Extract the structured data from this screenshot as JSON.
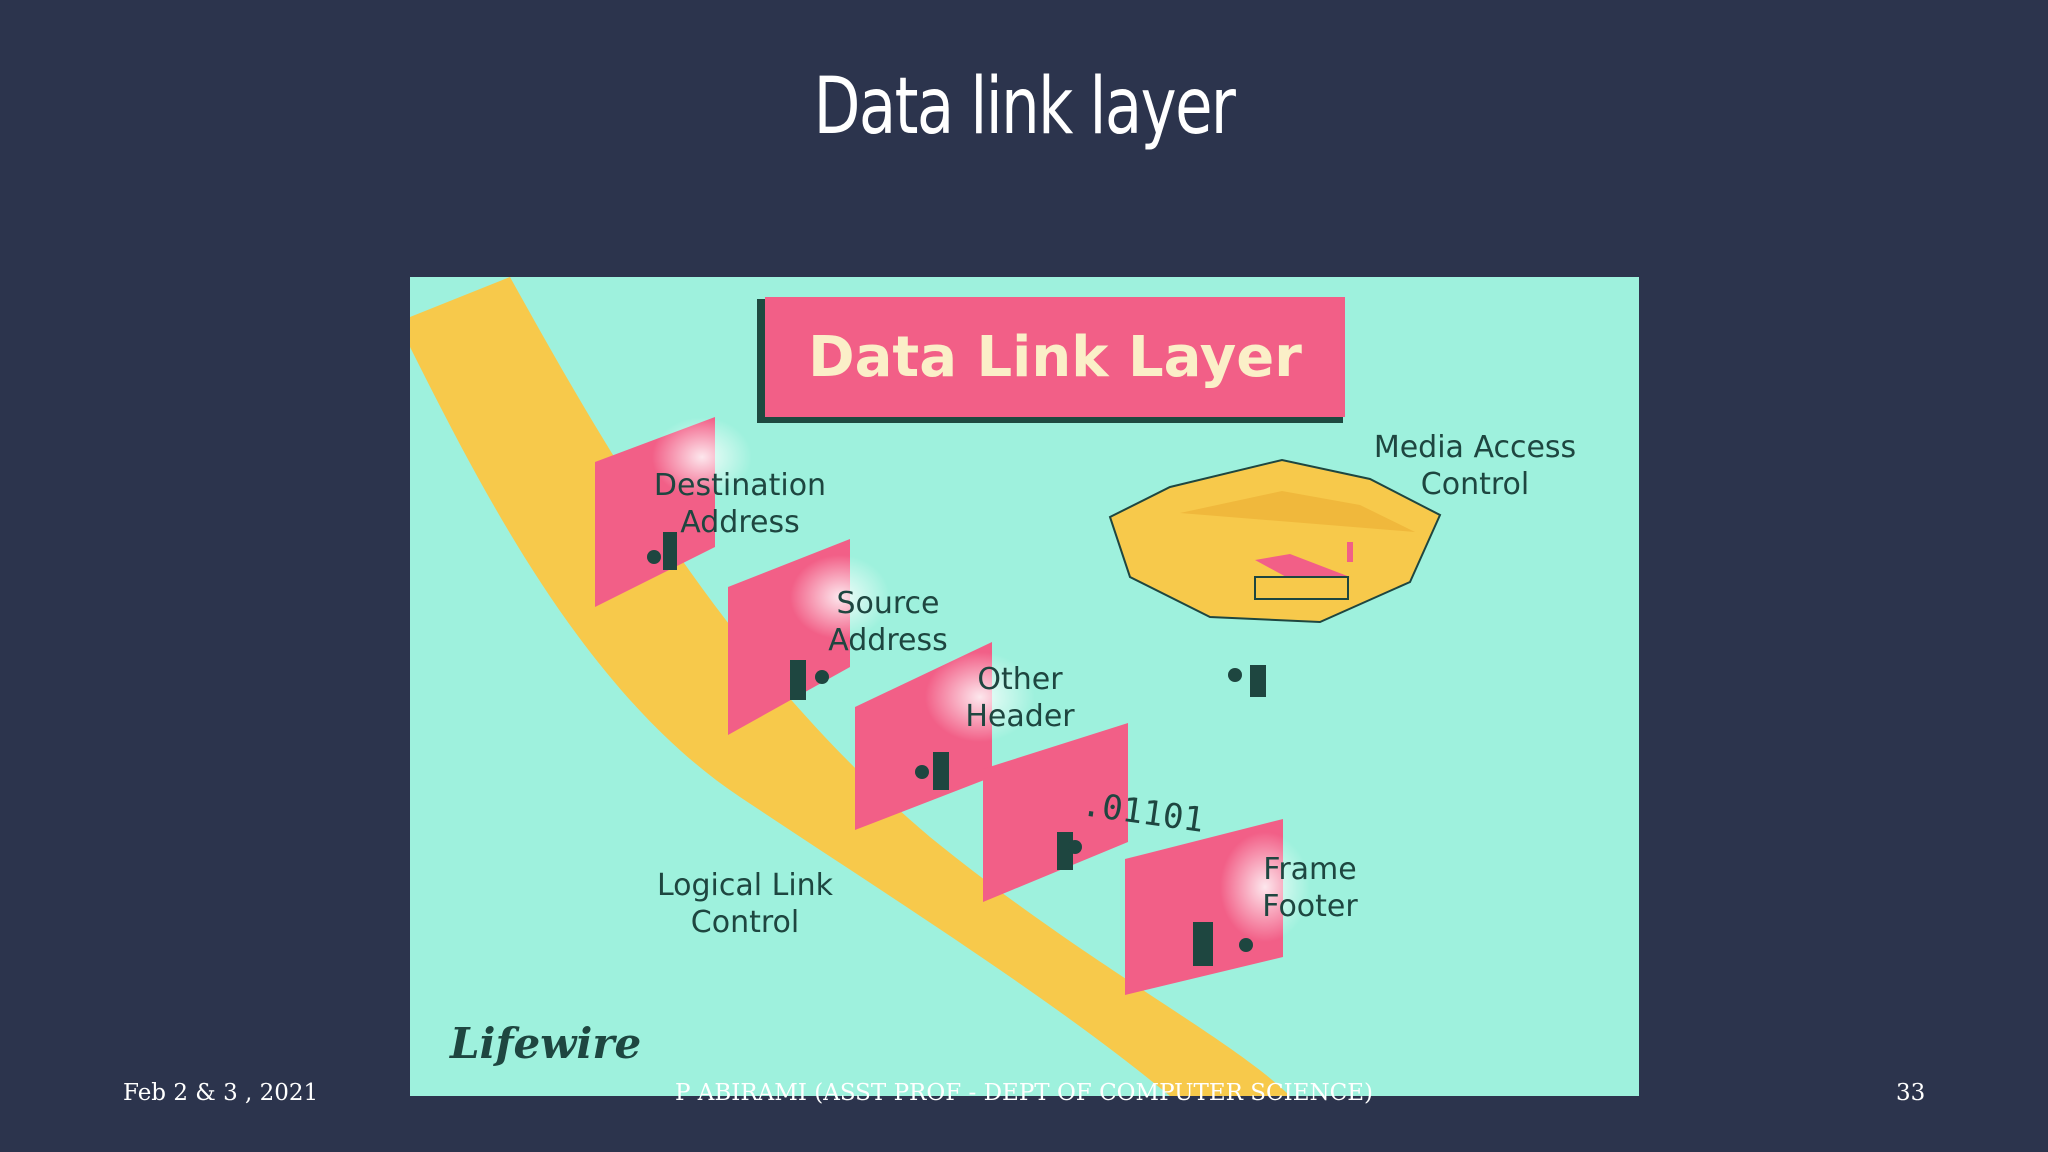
{
  "slide": {
    "title": "Data link layer",
    "footer_date": "Feb 2 & 3 , 2021",
    "footer_author": "P ABIRAMI (ASST PROF - DEPT OF COMPUTER SCIENCE)",
    "page_number": "33"
  },
  "figure": {
    "banner": "Data Link Layer",
    "labels": {
      "destination": [
        "Destination",
        "Address"
      ],
      "source": [
        "Source",
        "Address"
      ],
      "other": [
        "Other",
        "Header"
      ],
      "mac": [
        "Media Access",
        "Control"
      ],
      "llc": [
        "Logical Link",
        "Control"
      ],
      "footer": [
        "Frame",
        "Footer"
      ]
    },
    "bits": ".01101",
    "brand": "Lifewire"
  },
  "colors": {
    "background": "#2c344d",
    "figure_bg": "#9ef1dd",
    "path": "#f7c94b",
    "wall": "#f25f87",
    "text_dark": "#1e4640"
  }
}
